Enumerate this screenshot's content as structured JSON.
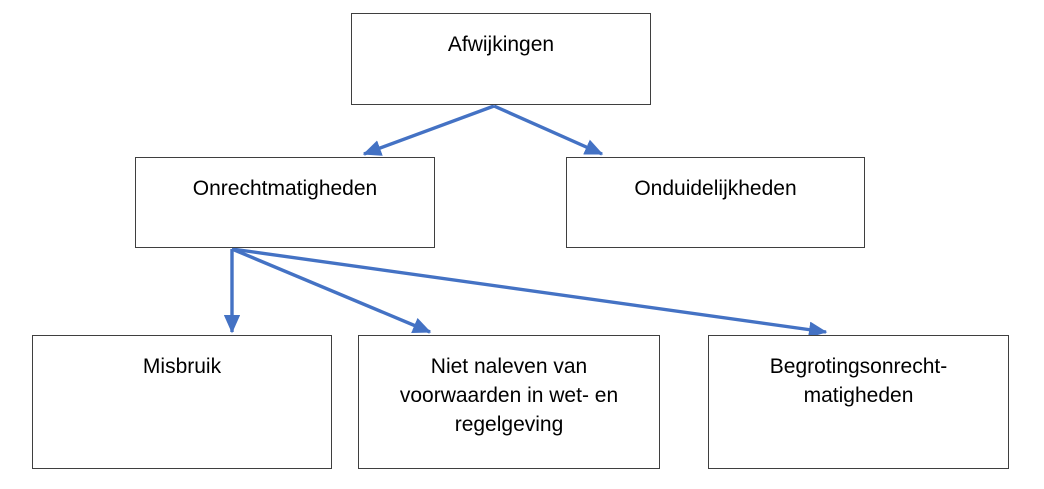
{
  "diagram": {
    "nodes": [
      {
        "id": "afwijkingen",
        "label": "Afwijkingen"
      },
      {
        "id": "onrechtmatigheden",
        "label": "Onrechtmatigheden"
      },
      {
        "id": "onduidelijkheden",
        "label": "Onduidelijkheden"
      },
      {
        "id": "misbruik",
        "label": "Misbruik"
      },
      {
        "id": "niet-naleven-van-voorwaarden",
        "label": [
          "Niet naleven van",
          "voorwaarden in wet- en",
          "regelgeving"
        ]
      },
      {
        "id": "begrotingsonrechtmatigheden",
        "label": [
          "Begrotingsonrecht-",
          "matigheden"
        ]
      }
    ],
    "edges": [
      {
        "from": "afwijkingen",
        "to": "onrechtmatigheden"
      },
      {
        "from": "afwijkingen",
        "to": "onduidelijkheden"
      },
      {
        "from": "onrechtmatigheden",
        "to": "misbruik"
      },
      {
        "from": "onrechtmatigheden",
        "to": "niet-naleven-van-voorwaarden"
      },
      {
        "from": "onrechtmatigheden",
        "to": "begrotingsonrechtmatigheden"
      }
    ]
  },
  "colors": {
    "arrow": "#4472C4",
    "border": "#3F3F3F",
    "text": "#000000",
    "background": "#FFFFFF"
  }
}
